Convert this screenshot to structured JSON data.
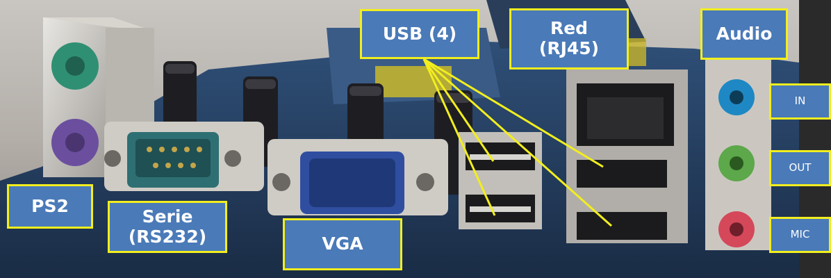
{
  "labels": {
    "ps2": "PS2",
    "serial": "Serie\n(RS232)",
    "vga": "VGA",
    "usb": "USB (4)",
    "lan": "Red\n(RJ45)",
    "audio": "Audio",
    "audio_in": "IN",
    "audio_out": "OUT",
    "audio_mic": "MIC"
  },
  "colors": {
    "label_fill": "#4a7ab8",
    "label_border": "#f2ee1e",
    "label_text": "#ffffff",
    "pointer_line": "#f2ee1e",
    "ps2_keyboard": "#2f8f73",
    "ps2_mouse": "#6b4f9e",
    "vga_connector": "#2f4ea0",
    "serial_connector": "#2e6f73",
    "audio_in": "#1e88c4",
    "audio_out": "#5ca84a",
    "audio_mic": "#d4485a"
  }
}
